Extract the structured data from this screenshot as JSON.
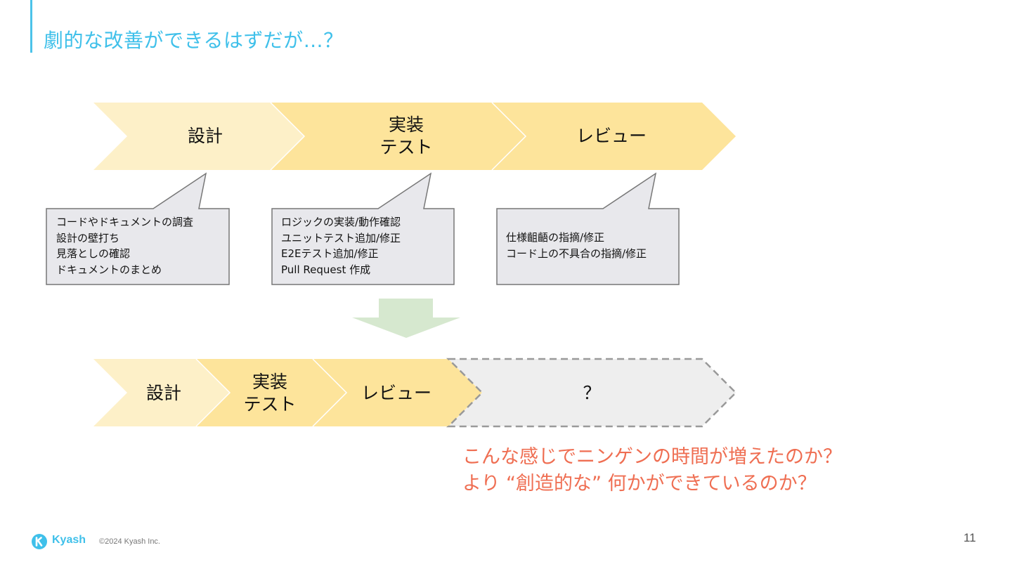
{
  "slide": {
    "title": "劇的な改善ができるはずだが…？",
    "page_number": "11"
  },
  "top_flow": {
    "stages": [
      {
        "label": "設計"
      },
      {
        "label": "実装\nテスト"
      },
      {
        "label": "レビュー"
      }
    ],
    "callouts": [
      {
        "text": "コードやドキュメントの調査\n設計の壁打ち\n見落としの確認\nドキュメントのまとめ"
      },
      {
        "text": "ロジックの実装/動作確認\nユニットテスト追加/修正\nE2Eテスト追加/修正\nPull Request 作成"
      },
      {
        "text": "仕様齟齬の指摘/修正\nコード上の不具合の指摘/修正"
      }
    ]
  },
  "bottom_flow": {
    "stages": [
      {
        "label": "設計"
      },
      {
        "label": "実装\nテスト"
      },
      {
        "label": "レビュー"
      },
      {
        "label": "？"
      }
    ]
  },
  "question": {
    "text": "こんな感じでニンゲンの時間が増えたのか？\nより “創造的な” 何かができているのか？"
  },
  "footer": {
    "brand": "Kyash",
    "copyright": "©2024 Kyash Inc.",
    "logo_icon": "kyash-logo-icon"
  },
  "colors": {
    "title": "#3fc0ea",
    "accent_bar": "#4cc3ea",
    "stage_light": "#fdf0c8",
    "stage_main": "#fde49b",
    "unknown_stage_fill": "#eeeeee",
    "unknown_stage_border": "#999999",
    "callout_fill": "#e8e8ec",
    "callout_border": "#777777",
    "down_arrow": "#d6e8cf",
    "question_text": "#ef6e52"
  }
}
